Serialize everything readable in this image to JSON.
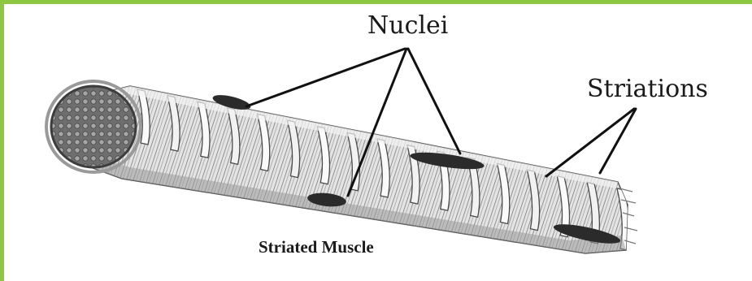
{
  "labels": {
    "nuclei": "Nuclei",
    "striations": "Striations",
    "caption": "Striated Muscle"
  },
  "colors": {
    "frame": "#8dc63f",
    "ink": "#1a1a1a",
    "fibre_fill": "#d9d9d9",
    "fibre_shade": "#8a8a8a",
    "nucleus": "#2b2b2b"
  }
}
